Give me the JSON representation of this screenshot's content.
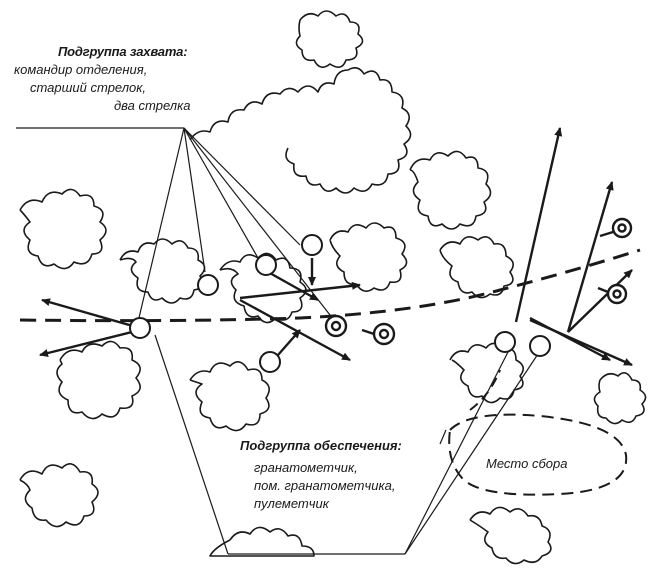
{
  "labels": {
    "capture_group_title": "Подгруппа захвата:",
    "capture_group_members": [
      "командир отделения,",
      "старший стрелок,",
      "два стрелка"
    ],
    "support_group_title": "Подгруппа обеспечения:",
    "support_group_members": [
      "гранатометчик,",
      "пом. гранатометчика,",
      "пулеметчик"
    ],
    "assembly_point": "Место сбора"
  },
  "colors": {
    "ink": "#1a1a1a",
    "background": "#ffffff"
  }
}
